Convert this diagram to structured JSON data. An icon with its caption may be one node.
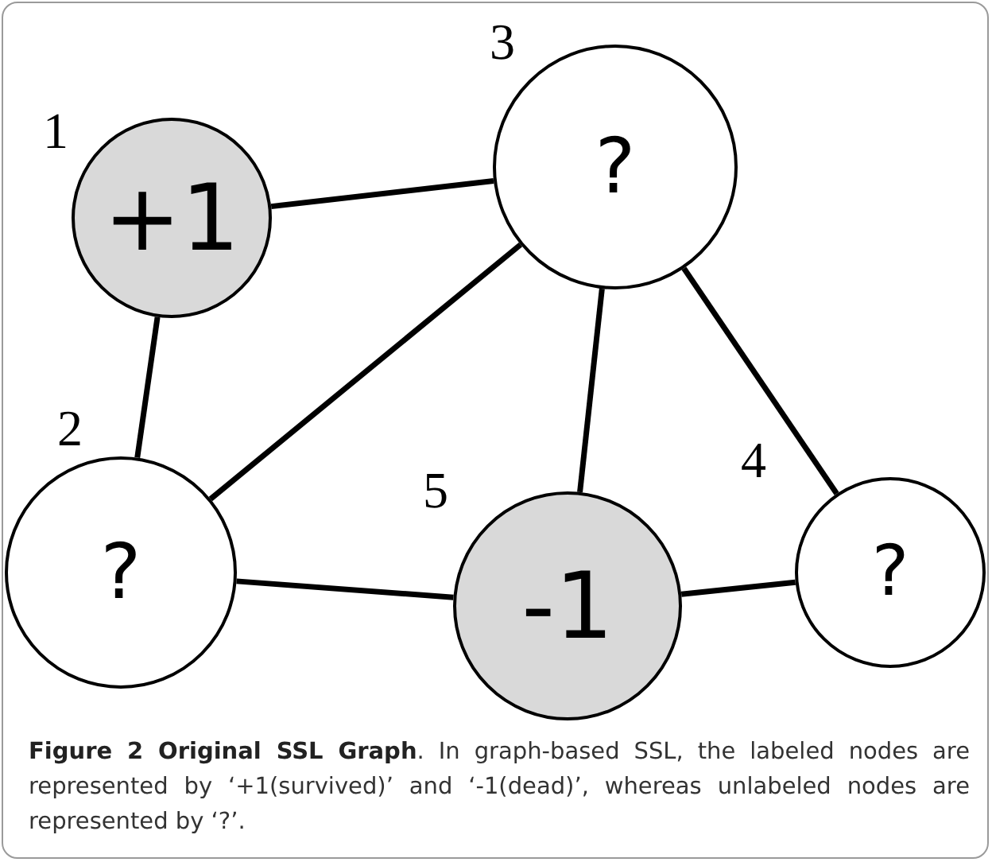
{
  "diagram": {
    "caption": "**Figure 2 Original SSL Graph**. In graph-based SSL, the labeled nodes are represented by ‘+1(survived)’ and ‘-1(dead)’, whereas unlabeled nodes are represented by ‘?’.",
    "nodes": [
      {
        "text": [
          "+1"
        ],
        "beside": [
          "1"
        ]
      },
      {
        "text": [
          "?"
        ],
        "beside": [
          "2"
        ]
      },
      {
        "text": [
          "?"
        ],
        "beside": [
          "3"
        ]
      },
      {
        "text": [
          "?"
        ],
        "beside": [
          "4"
        ]
      },
      {
        "text": [
          "-1"
        ],
        "beside": [
          "5"
        ]
      }
    ],
    "edges": [
      {
        "from": 0,
        "to": 2,
        "arrow": "none"
      },
      {
        "from": 0,
        "to": 1,
        "arrow": "none"
      },
      {
        "from": 1,
        "to": 2,
        "arrow": "none"
      },
      {
        "from": 2,
        "to": 4,
        "arrow": "none"
      },
      {
        "from": 2,
        "to": 3,
        "arrow": "none"
      },
      {
        "from": 1,
        "to": 4,
        "arrow": "none"
      },
      {
        "from": 4,
        "to": 3,
        "arrow": "none"
      }
    ]
  }
}
